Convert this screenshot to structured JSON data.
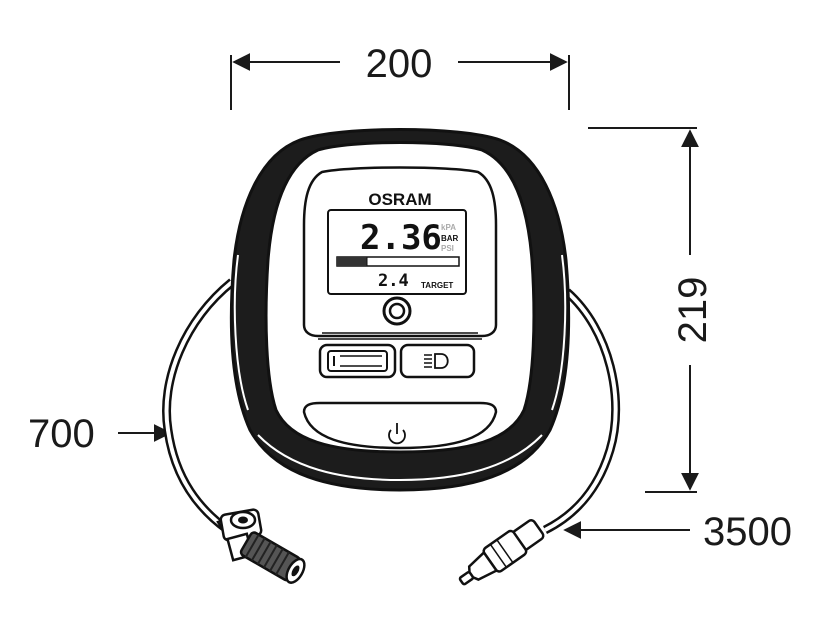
{
  "dimensions": {
    "width": "200",
    "height": "219",
    "hose_length": "700",
    "cable_length": "3500"
  },
  "device": {
    "brand": "OSRAM",
    "current_pressure": "2.36",
    "units": [
      "kPA",
      "BAR",
      "PSI"
    ],
    "active_unit": "BAR",
    "target_pressure": "2.4",
    "target_label": "TARGET"
  },
  "icons": {
    "power": "power-icon",
    "light": "light-icon",
    "select": "round-button"
  }
}
